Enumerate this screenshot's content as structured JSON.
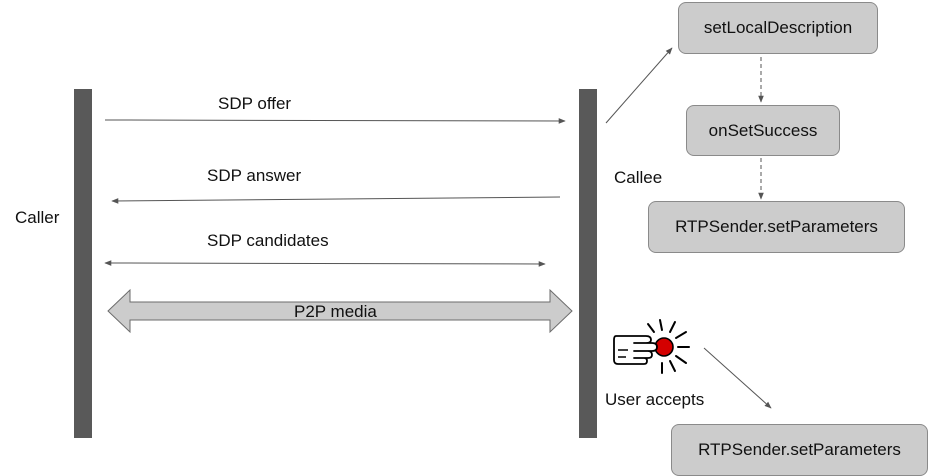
{
  "participants": {
    "caller": "Caller",
    "callee": "Callee"
  },
  "messages": {
    "offer": "SDP offer",
    "answer": "SDP answer",
    "candidates": "SDP candidates",
    "media": "P2P media"
  },
  "steps": {
    "set_local": "setLocalDescription",
    "on_success": "onSetSuccess",
    "set_params_1": "RTPSender.setParameters",
    "user_accepts": "User accepts",
    "set_params_2": "RTPSender.setParameters"
  },
  "colors": {
    "lifeline": "#595959",
    "box_fill": "#cccccc",
    "arrow": "#555555",
    "hand_button": "#d40000"
  },
  "icons": {
    "user_action": "hand-pressing-button-icon"
  }
}
